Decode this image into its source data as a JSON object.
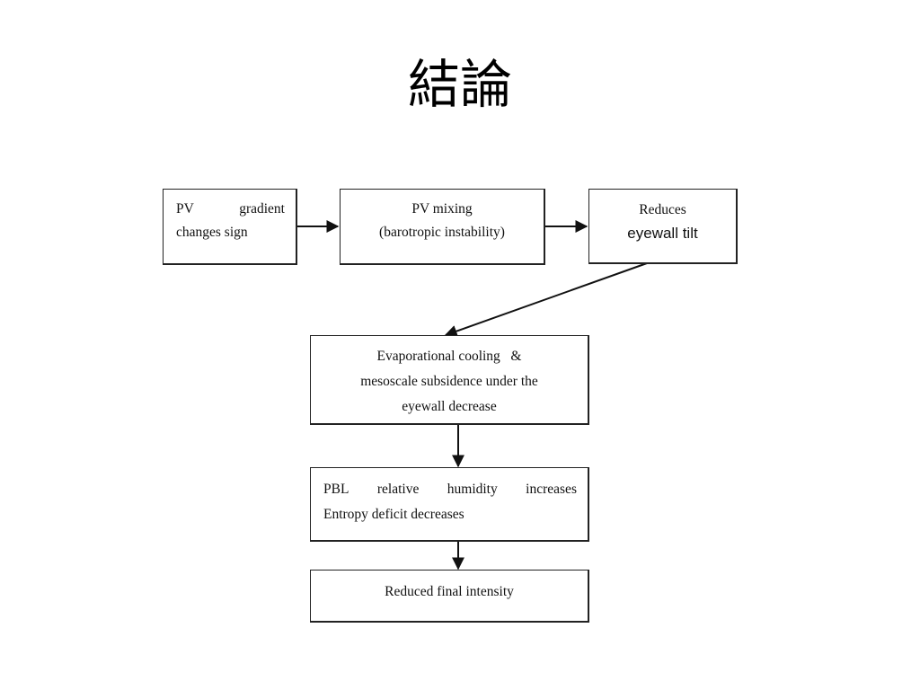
{
  "title": "結論",
  "boxes": {
    "pv_gradient": {
      "words": [
        "PV",
        "gradient"
      ],
      "line2": "changes sign"
    },
    "pv_mixing": {
      "line1": "PV mixing",
      "line2": "(barotropic instability)"
    },
    "reduces_tilt": {
      "line1": "Reduces",
      "line2": "eyewall tilt"
    },
    "evaporational": {
      "line1": "Evaporational cooling   &",
      "line2": "mesoscale subsidence under the",
      "line3": "eyewall decrease"
    },
    "pbl": {
      "words": [
        "PBL",
        "relative",
        "humidity",
        "increases"
      ],
      "line2": "Entropy deficit decreases"
    },
    "final": {
      "line1": "Reduced final intensity"
    }
  }
}
